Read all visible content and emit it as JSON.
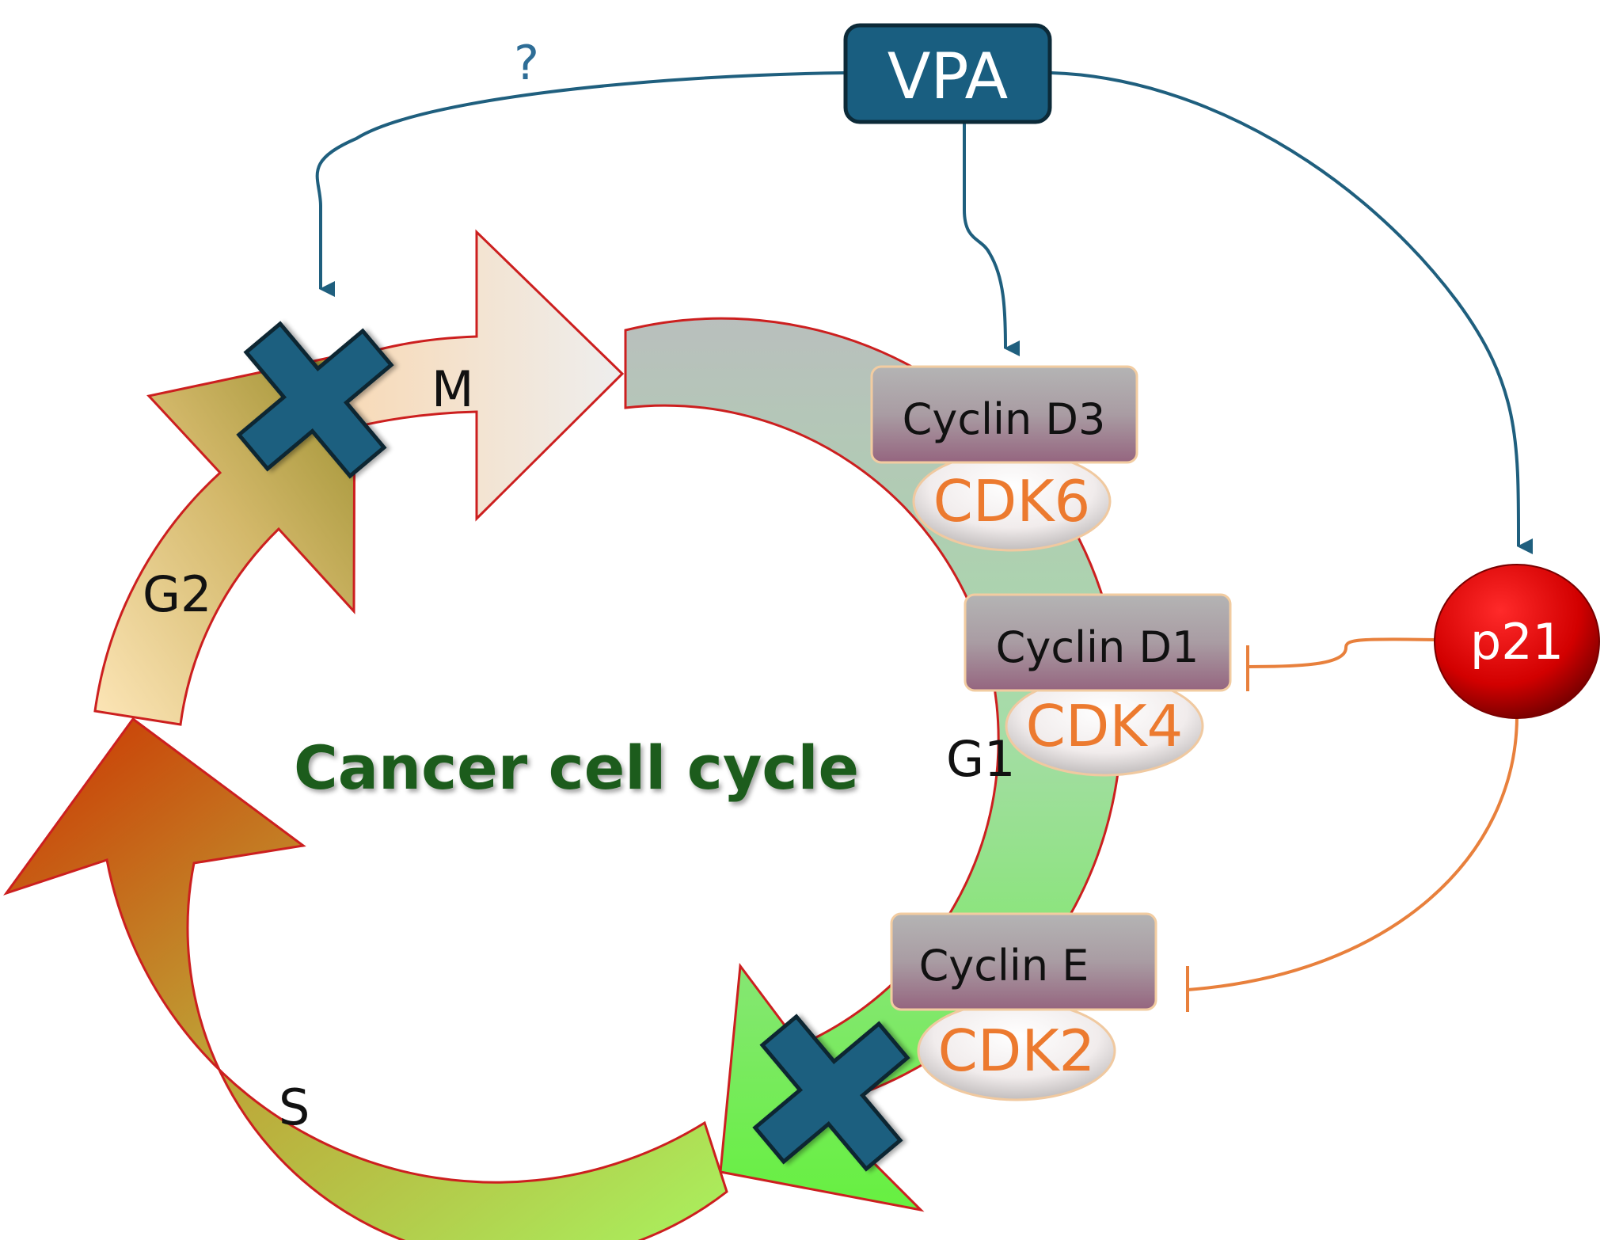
{
  "diagram": {
    "center_title": "Cancer cell cycle",
    "phases": {
      "g1": "G1",
      "s": "S",
      "g2": "G2",
      "m": "M"
    },
    "drug": {
      "label": "VPA",
      "uncertain_mark": "?"
    },
    "inhibitor": {
      "label": "p21"
    },
    "complexes": [
      {
        "cyclin": "Cyclin D3",
        "cdk": "CDK6"
      },
      {
        "cyclin": "Cyclin D1",
        "cdk": "CDK4"
      },
      {
        "cyclin": "Cyclin E",
        "cdk": "CDK2"
      }
    ],
    "block_marker_icon": "x-block-icon",
    "colors": {
      "vpa_fill": "#195e80",
      "vpa_arrow": "#1f5f7e",
      "p21_fill": "#d40000",
      "inhibition_line": "#e8803c",
      "cdk_text": "#ec7a2f",
      "title_green": "#1f5c1f",
      "cycle_outline": "#cc1f1f",
      "cross_fill": "#1b5f7f"
    }
  }
}
